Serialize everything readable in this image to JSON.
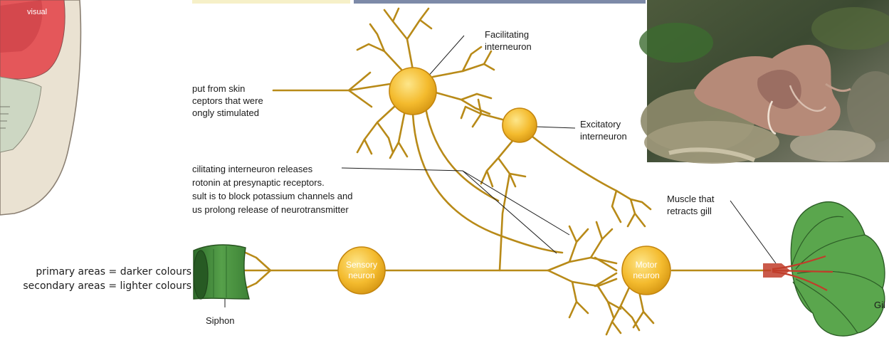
{
  "brain_map": {
    "region_label": "visual"
  },
  "legend": {
    "line1": "primary areas = darker colours",
    "line2": "secondary areas = lighter colours"
  },
  "diagram": {
    "input_label": [
      "put from skin",
      "ceptors that were",
      "ongly stimulated"
    ],
    "release_note": [
      "cilitating interneuron releases",
      "rotonin at presynaptic receptors.",
      "sult is to block potassium channels and",
      "us prolong release of neurotransmitter"
    ],
    "facilitating_label": [
      "Facilitating",
      "interneuron"
    ],
    "excitatory_label": [
      "Excitatory",
      "interneuron"
    ],
    "sensory_label": [
      "Sensory",
      "neuron"
    ],
    "motor_label": [
      "Motor",
      "neuron"
    ],
    "muscle_label": [
      "Muscle that",
      "retracts gill"
    ],
    "siphon_label": "Siphon",
    "gill_label": "Gil"
  },
  "colors": {
    "axon": "#b88a18",
    "cell_body": "#f3b92e",
    "gill": "#4e9a44",
    "visual_region": "#e4575a"
  }
}
